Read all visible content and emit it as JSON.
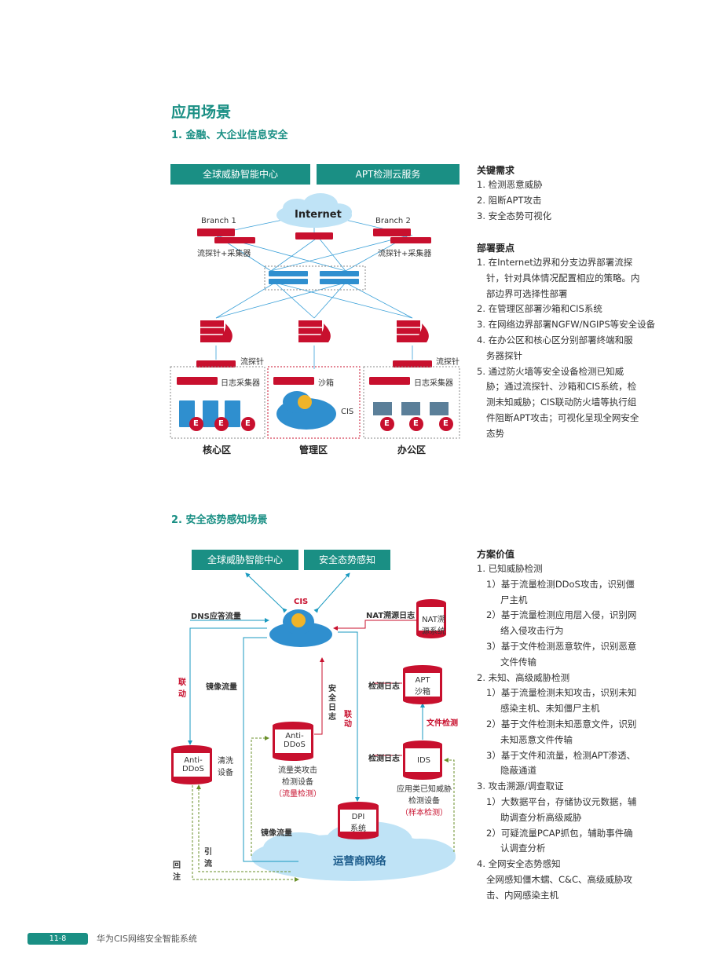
{
  "section_title": "应用场景",
  "scenario1": {
    "title": "1. 金融、大企业信息安全",
    "top_boxes": [
      "全球威胁智能中心",
      "APT检测云服务"
    ],
    "internet": "Internet",
    "branch1": "Branch 1",
    "branch2": "Branch 2",
    "probe_collector_left": "流探针+采集器",
    "probe_collector_right": "流探针+采集器",
    "probe_left": "流探针",
    "probe_right": "流探针",
    "log_collector_left": "日志采集器",
    "log_collector_right": "日志采集器",
    "sandbox": "沙箱",
    "cis": "CIS",
    "endpoint_badge": "E",
    "zones": [
      "核心区",
      "管理区",
      "办公区"
    ]
  },
  "key_requirements": {
    "title": "关键需求",
    "items": [
      "1. 检测恶意威胁",
      "2. 阻断APT攻击",
      "3. 安全态势可视化"
    ]
  },
  "deployment": {
    "title": "部署要点",
    "lines": [
      "1. 在Internet边界和分支边界部署流探",
      "   针，针对具体情况配置相应的策略。内",
      "   部边界可选择性部署",
      "2. 在管理区部署沙箱和CIS系统",
      "3. 在网络边界部署NGFW/NGIPS等安全设备",
      "4. 在办公区和核心区分别部署终端和服",
      "   务器探针",
      "5. 通过防火墙等安全设备检测已知威",
      "   胁；通过流探针、沙箱和CIS系统，检",
      "   测未知威胁；CIS联动防火墙等执行组",
      "   件阻断APT攻击；可视化呈现全网安全",
      "   态势"
    ]
  },
  "scenario2": {
    "title": "2. 安全态势感知场景",
    "top_boxes": [
      "全球威胁智能中心",
      "安全态势感知"
    ],
    "cis": "CIS",
    "dns_flow": "DNS应答流量",
    "nat_log": "NAT溯源日志",
    "nat_system": [
      "NAT溯",
      "源系统"
    ],
    "linkage_left": "联动",
    "mirror_flow_1": "镜像流量",
    "security_log": "安全日志",
    "linkage_mid": "联动",
    "detect_log_1": "检测日志",
    "apt_sandbox": [
      "APT",
      "沙箱"
    ],
    "file_detect": "文件检测",
    "detect_log_2": "检测日志",
    "anti_ddos_top": [
      "Anti-",
      "DDoS"
    ],
    "anti_ddos_left": [
      "Anti-",
      "DDoS"
    ],
    "clean_device": [
      "清洗",
      "设备"
    ],
    "flow_attack_device": [
      "流量类攻击",
      "检测设备"
    ],
    "flow_detect": "（流量检测）",
    "ids": "IDS",
    "app_threat_device": [
      "应用类已知威胁",
      "检测设备"
    ],
    "sample_detect": "（样本检测）",
    "dpi": [
      "DPI",
      "系统"
    ],
    "mirror_flow_2": "镜像流量",
    "diversion": "引流",
    "reinjection": "回注",
    "carrier_network": "运营商网络"
  },
  "solution_value": {
    "title": "方案价值",
    "lines": [
      "1. 已知威胁检测",
      "   1）基于流量检测DDoS攻击，识别僵",
      "      尸主机",
      "   2）基于流量检测应用层入侵，识别网",
      "      络入侵攻击行为",
      "   3）基于文件检测恶意软件，识别恶意",
      "      文件传输",
      "2. 未知、高级威胁检测",
      "   1）基于流量检测未知攻击，识别未知",
      "      感染主机、未知僵尸主机",
      "   2）基于文件检测未知恶意文件，识别",
      "      未知恶意文件传输",
      "   3）基于文件和流量，检测APT渗透、",
      "      隐蔽通道",
      "3. 攻击溯源/调查取证",
      "   1）大数据平台，存储协议元数据，辅",
      "      助调查分析高级威胁",
      "   2）可疑流量PCAP抓包，辅助事件确",
      "      认调查分析",
      "4. 全网安全态势感知",
      "   全网感知僵木蠕、C&C、高级威胁攻",
      "   击、内网感染主机"
    ]
  },
  "footer": {
    "page": "11-8",
    "text": "华为CIS网络安全智能系统"
  },
  "colors": {
    "teal": "#1a8f84",
    "red": "#c8102e",
    "blue": "#3aa0d8"
  }
}
